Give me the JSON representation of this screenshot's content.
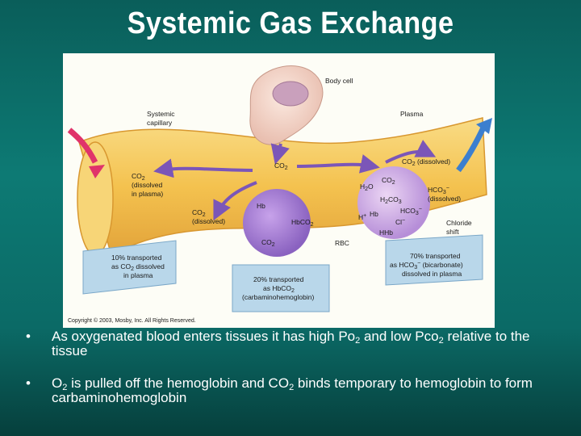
{
  "slide": {
    "title": "Systemic Gas Exchange"
  },
  "figure": {
    "labels": {
      "body_cell": "Body cell",
      "systemic_capillary_1": "Systemic",
      "systemic_capillary_2": "capillary",
      "plasma": "Plasma",
      "co2_top": "CO",
      "co2_top_sub": "2",
      "co2_dissolved_right": "CO",
      "co2_dissolved_right_sub": "2",
      "co2_dissolved_right_tail": " (dissolved)",
      "co2_plasma_1": "CO",
      "co2_plasma_1_sub": "2",
      "co2_plasma_2": "(dissolved",
      "co2_plasma_3": "in plasma)",
      "co2_dissolved_left_1": "CO",
      "co2_dissolved_left_1_sub": "2",
      "co2_dissolved_left_2": "(dissolved)",
      "hb": "Hb",
      "hbco2": "HbCO",
      "hbco2_sub": "2",
      "co2_rbc": "CO",
      "co2_rbc_sub": "2",
      "rbc": "RBC",
      "h2o": "H",
      "h2o_sub": "2",
      "h2o_tail": "O",
      "co2_rbc_right": "CO",
      "co2_rbc_right_sub": "2",
      "h2co3": "H",
      "h2co3_sub1": "2",
      "h2co3_tail": "CO",
      "h2co3_sub2": "3",
      "hplus": "H",
      "hplus_sup": "+",
      "hb_right": "Hb",
      "hhb": "HHb",
      "hco3_in": "HCO",
      "hco3_in_sub": "3",
      "hco3_in_sup": "−",
      "cl_in": "Cl",
      "cl_in_sup": "−",
      "hco3_out_1": "HCO",
      "hco3_out_1_sub": "3",
      "hco3_out_1_sup": "−",
      "hco3_out_2": "(dissolved)",
      "chloride_1": "Chloride",
      "chloride_2": "shift",
      "box_left_1": "10% transported",
      "box_left_2": "as CO",
      "box_left_2_sub": "2",
      "box_left_2_tail": " dissolved",
      "box_left_3": "in plasma",
      "box_mid_1": "20% transported",
      "box_mid_2": "as HbCO",
      "box_mid_2_sub": "2",
      "box_mid_3": "(carbaminohemoglobin)",
      "box_right_1": "70% transported",
      "box_right_2": "as HCO",
      "box_right_2_sub": "3",
      "box_right_2_sup": "−",
      "box_right_2_tail": " (bicarbonate)",
      "box_right_3": "dissolved in plasma",
      "copyright": "Copyright © 2003, Mosby, Inc. All Rights Reserved."
    }
  },
  "bullets": [
    {
      "marker": "•",
      "text_a": "As oxygenated blood enters tissues it has high Po",
      "sub_a": "2",
      "text_b": " and low Pco",
      "sub_b": "2",
      "text_c": " relative to the tissue"
    },
    {
      "marker": "•",
      "text_a": "O",
      "sub_a": "2",
      "text_b": " is pulled off the hemoglobin and CO",
      "sub_b": "2",
      "text_c": " binds temporary to hemoglobin to form carbaminohemoglobin"
    }
  ],
  "colors": {
    "background": "#0b6a66",
    "vessel": "#f4c24f",
    "body_cell": "#f2d3c6",
    "rbc_left": "#9a70c9",
    "rbc_right": "#c9a6e0",
    "arrow_purple": "#7b56b8",
    "arrow_in": "#e0336a",
    "arrow_out": "#3c7fcf",
    "box": "#b9d7ea"
  }
}
